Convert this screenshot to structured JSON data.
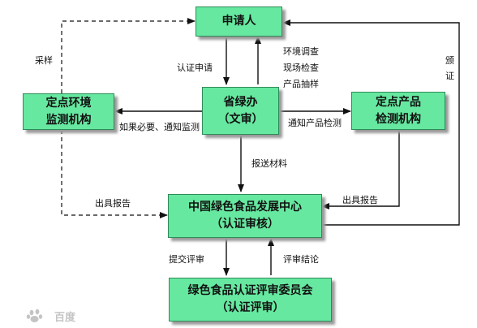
{
  "nodes": {
    "applicant": "申请人",
    "provincial_office_line1": "省绿办",
    "provincial_office_line2": "（文审）",
    "env_monitor_line1": "定点环境",
    "env_monitor_line2": "监测机构",
    "product_test_line1": "定点产品",
    "product_test_line2": "检测机构",
    "center_line1": "中国绿色食品发展中心",
    "center_line2": "（认证审核）",
    "committee_line1": "绿色食品认证评审委员会",
    "committee_line2": "（认证评审）"
  },
  "labels": {
    "sampling": "采样",
    "cert_application": "认证申请",
    "env_survey": "环境调查",
    "site_inspection": "现场检查",
    "product_sampling": "产品抽样",
    "issue_cert_1": "颁",
    "issue_cert_2": "证",
    "notify_monitoring": "如果必要、通知监测",
    "notify_product_test": "通知产品检测",
    "submit_materials": "报送材料",
    "report_left": "出具报告",
    "report_right": "出具报告",
    "submit_review": "提交评审",
    "review_conclusion": "评审结论"
  },
  "watermark": "百度"
}
